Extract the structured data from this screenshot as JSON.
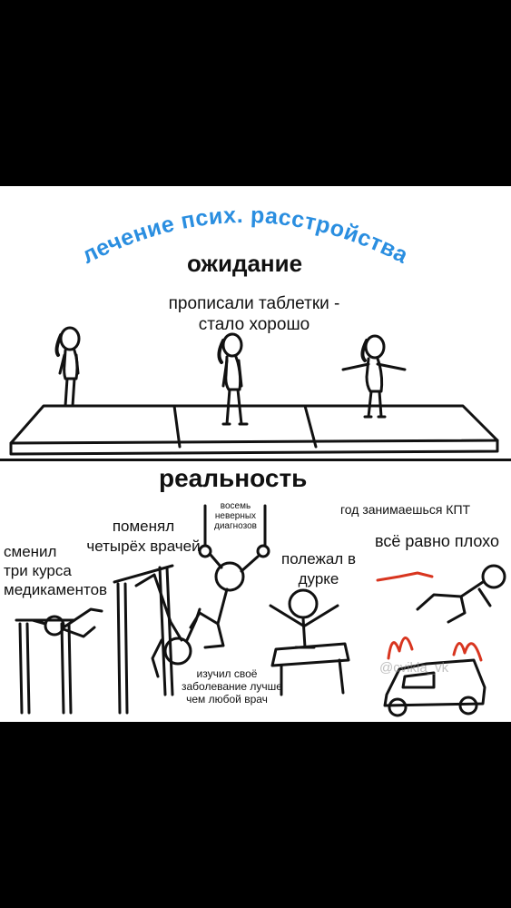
{
  "header": {
    "arc_title": "лечение псих. расстройства",
    "arc_color": "#2a8ee0"
  },
  "expectation": {
    "heading": "ожидание",
    "caption_line1": "прописали таблетки -",
    "caption_line2": "стало хорошо"
  },
  "reality": {
    "heading": "реальность",
    "labels": {
      "changed_meds": [
        "сменил",
        "три курса",
        "медикаментов"
      ],
      "changed_doctors": [
        "поменял",
        "четырёх врачей"
      ],
      "misdiagnoses": [
        "восемь",
        "неверных",
        "диагнозов"
      ],
      "hospital": [
        "полежал в",
        "дурке"
      ],
      "cbt_year": "год занимаешься КПТ",
      "still_bad": "всё равно плохо",
      "studied": [
        "изучил своё",
        "заболевание лучше",
        "чем любой врач"
      ]
    },
    "watermark": "@cvikla_vk"
  },
  "colors": {
    "ink": "#111111",
    "flame": "#d8351f",
    "background": "#ffffff",
    "letterbox": "#000000"
  }
}
